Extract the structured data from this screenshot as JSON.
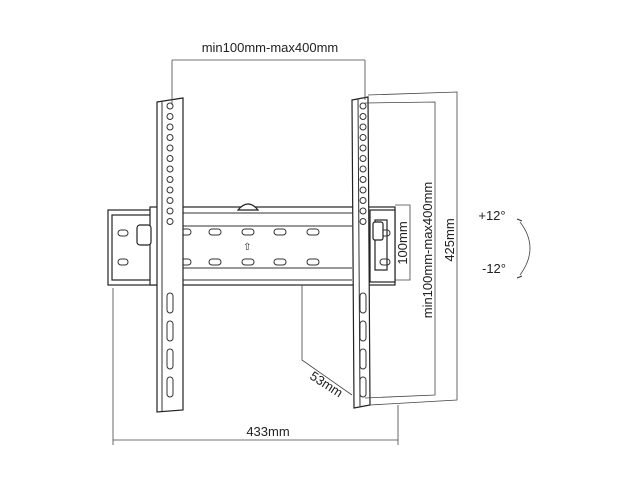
{
  "dimensions": {
    "horizontal_vesa": "min100mm-max400mm",
    "vertical_vesa": "min100mm-max400mm",
    "height_total": "425mm",
    "rail_height": "100mm",
    "width_total": "433mm",
    "depth": "53mm"
  },
  "tilt": {
    "up": "+12°",
    "down": "-12°"
  },
  "colors": {
    "line": "#222222",
    "background": "#ffffff"
  }
}
